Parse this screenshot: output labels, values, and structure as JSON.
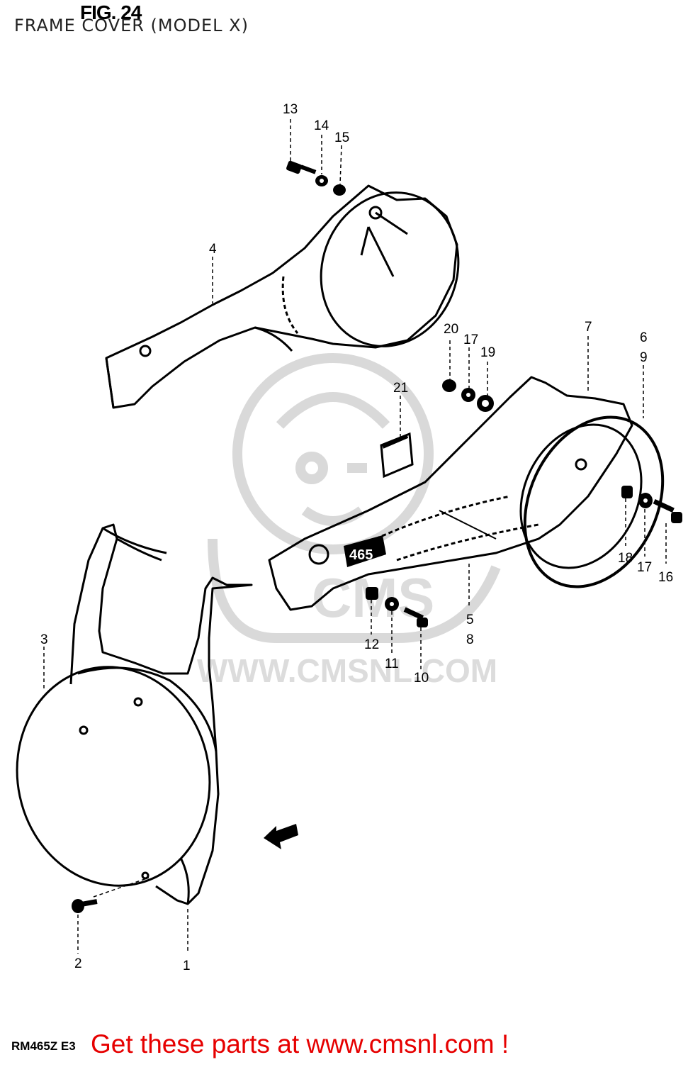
{
  "header": {
    "fig_label": "FIG. 24",
    "title": "FRAME COVER (MODEL X)"
  },
  "footer": {
    "model_code": "RM465Z E3",
    "link_text": "Get these parts at www.cmsnl.com !"
  },
  "watermark": {
    "text": "WWW.CMSNL.COM",
    "logo_text": "CMS"
  },
  "decal_text": "465",
  "callouts": [
    "1",
    "2",
    "3",
    "4",
    "5",
    "6",
    "7",
    "8",
    "9",
    "10",
    "11",
    "12",
    "13",
    "14",
    "15",
    "16",
    "17",
    "17",
    "18",
    "19",
    "20",
    "21"
  ],
  "colors": {
    "line": "#000000",
    "watermark": "#d9d9d9",
    "link": "#e60000"
  }
}
